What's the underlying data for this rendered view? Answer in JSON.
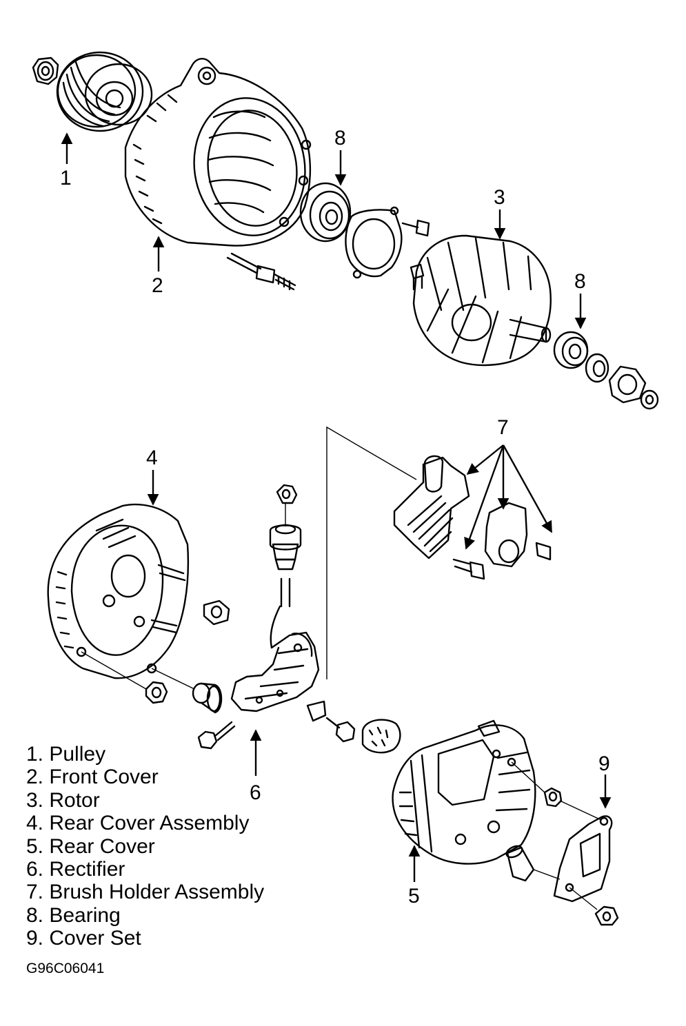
{
  "legend": [
    "1. Pulley",
    "2. Front Cover",
    "3. Rotor",
    "4. Rear Cover Assembly",
    "5. Rear Cover",
    "6. Rectifier",
    "7. Brush Holder Assembly",
    "8. Bearing",
    "9. Cover Set"
  ],
  "callouts": {
    "c1": "1",
    "c2": "2",
    "c3": "3",
    "c4": "4",
    "c5": "5",
    "c6": "6",
    "c7": "7",
    "c8a": "8",
    "c8b": "8",
    "c9": "9"
  },
  "figure_code": "G96C06041"
}
